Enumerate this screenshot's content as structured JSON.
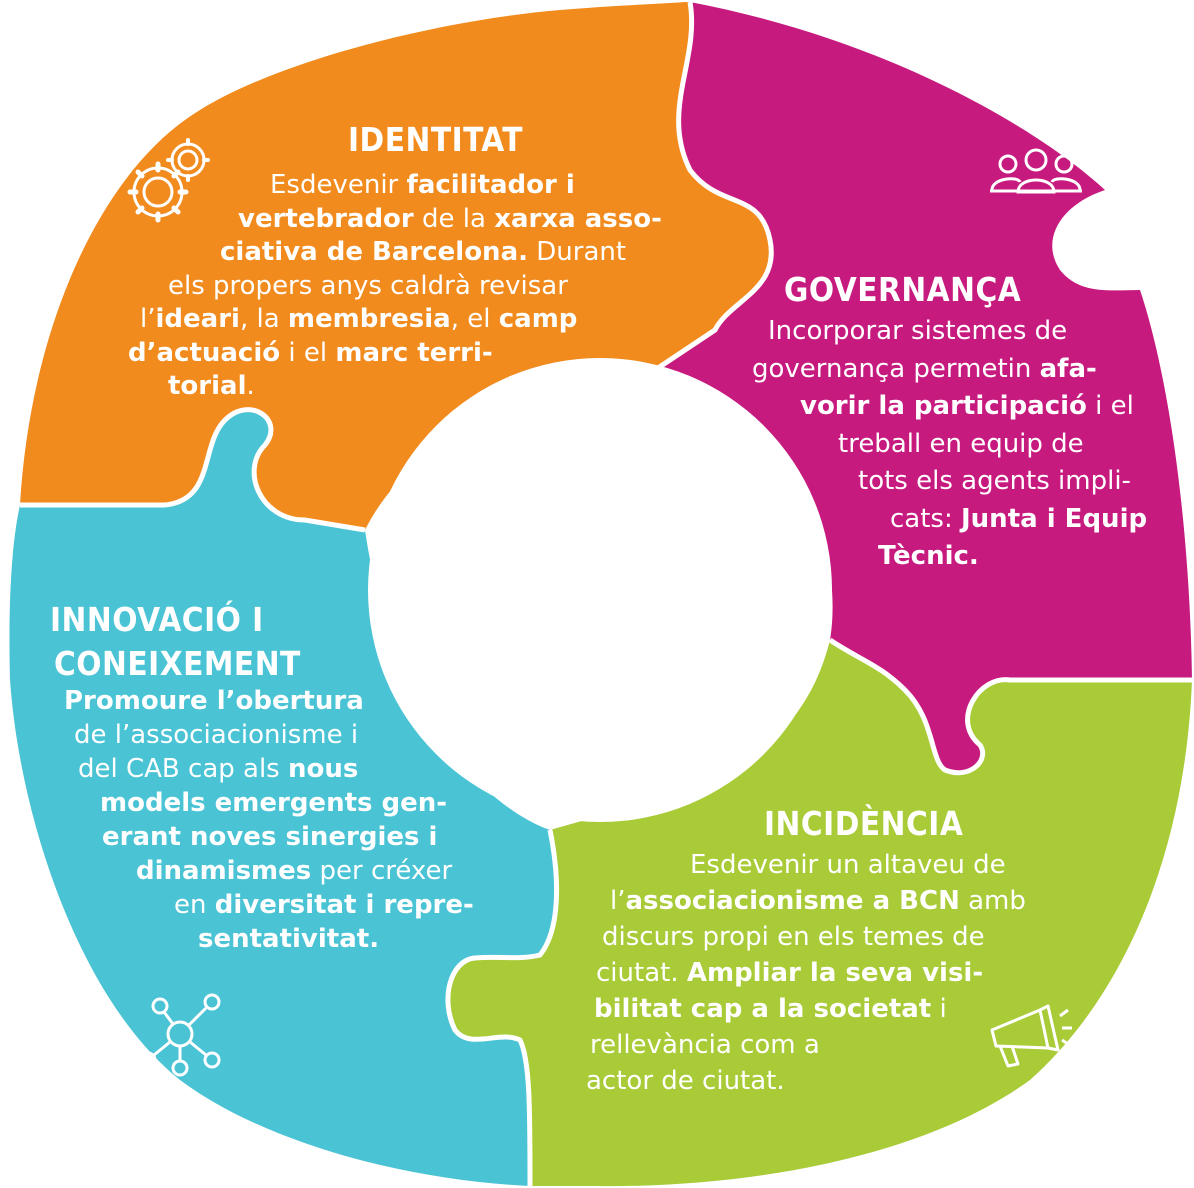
{
  "colors": {
    "orange": "#F28B1E",
    "magenta": "#C71A7F",
    "green": "#A9CB38",
    "blue": "#4AC3D5",
    "white": "#FFFFFF"
  },
  "pieces": {
    "identitat": {
      "title": "IDENTITAT",
      "icon": "gears-icon",
      "lines": [
        [
          {
            "t": "Esdevenir ",
            "b": false
          },
          {
            "t": "facilitador i",
            "b": true
          }
        ],
        [
          {
            "t": "vertebrador",
            "b": true
          },
          {
            "t": " de la ",
            "b": false
          },
          {
            "t": "xarxa asso-",
            "b": true
          }
        ],
        [
          {
            "t": "ciativa de Barcelona.",
            "b": true
          },
          {
            "t": " Durant",
            "b": false
          }
        ],
        [
          {
            "t": "els propers anys caldrà revisar",
            "b": false
          }
        ],
        [
          {
            "t": "l’",
            "b": false
          },
          {
            "t": "ideari",
            "b": true
          },
          {
            "t": ", la ",
            "b": false
          },
          {
            "t": "membresia",
            "b": true
          },
          {
            "t": ", el ",
            "b": false
          },
          {
            "t": "camp",
            "b": true
          }
        ],
        [
          {
            "t": "d’actuació",
            "b": true
          },
          {
            "t": " i el ",
            "b": false
          },
          {
            "t": "marc terri-",
            "b": true
          }
        ],
        [
          {
            "t": "torial",
            "b": true
          },
          {
            "t": ".",
            "b": false
          }
        ]
      ]
    },
    "governanca": {
      "title": "GOVERNANÇA",
      "icon": "people-group-icon",
      "lines": [
        [
          {
            "t": "Incorporar sistemes de",
            "b": false
          }
        ],
        [
          {
            "t": "governança permetin ",
            "b": false
          },
          {
            "t": "afa-",
            "b": true
          }
        ],
        [
          {
            "t": "vorir la participació",
            "b": true
          },
          {
            "t": " i el",
            "b": false
          }
        ],
        [
          {
            "t": "treball en equip de",
            "b": false
          }
        ],
        [
          {
            "t": "tots els agents impli-",
            "b": false
          }
        ],
        [
          {
            "t": "cats: ",
            "b": false
          },
          {
            "t": "Junta i Equip",
            "b": true
          }
        ],
        [
          {
            "t": "Tècnic.",
            "b": true
          }
        ]
      ]
    },
    "incidencia": {
      "title": "INCIDÈNCIA",
      "icon": "megaphone-icon",
      "lines": [
        [
          {
            "t": "Esdevenir un altaveu de",
            "b": false
          }
        ],
        [
          {
            "t": "l’",
            "b": false
          },
          {
            "t": "associacionisme a BCN",
            "b": true
          },
          {
            "t": " amb",
            "b": false
          }
        ],
        [
          {
            "t": "discurs propi en els temes de",
            "b": false
          }
        ],
        [
          {
            "t": "ciutat. ",
            "b": false
          },
          {
            "t": "Ampliar la seva visi-",
            "b": true
          }
        ],
        [
          {
            "t": "bilitat cap a la societat",
            "b": true
          },
          {
            "t": " i",
            "b": false
          }
        ],
        [
          {
            "t": "rellevància com a",
            "b": false
          }
        ],
        [
          {
            "t": "actor de ciutat.",
            "b": false
          }
        ]
      ]
    },
    "innovacio": {
      "title_line1": "INNOVACIÓ I",
      "title_line2": "CONEIXEMENT",
      "icon": "network-icon",
      "lines": [
        [
          {
            "t": "Promoure l’obertura",
            "b": true
          }
        ],
        [
          {
            "t": "de l’associacionisme i",
            "b": false
          }
        ],
        [
          {
            "t": "del CAB cap als ",
            "b": false
          },
          {
            "t": "nous",
            "b": true
          }
        ],
        [
          {
            "t": "models emergents gen-",
            "b": true
          }
        ],
        [
          {
            "t": "erant noves sinergies i",
            "b": true
          }
        ],
        [
          {
            "t": "dinamismes",
            "b": true
          },
          {
            "t": " per créxer",
            "b": false
          }
        ],
        [
          {
            "t": "en ",
            "b": false
          },
          {
            "t": "diversitat i repre-",
            "b": true
          }
        ],
        [
          {
            "t": "sentativitat.",
            "b": true
          }
        ]
      ]
    }
  }
}
